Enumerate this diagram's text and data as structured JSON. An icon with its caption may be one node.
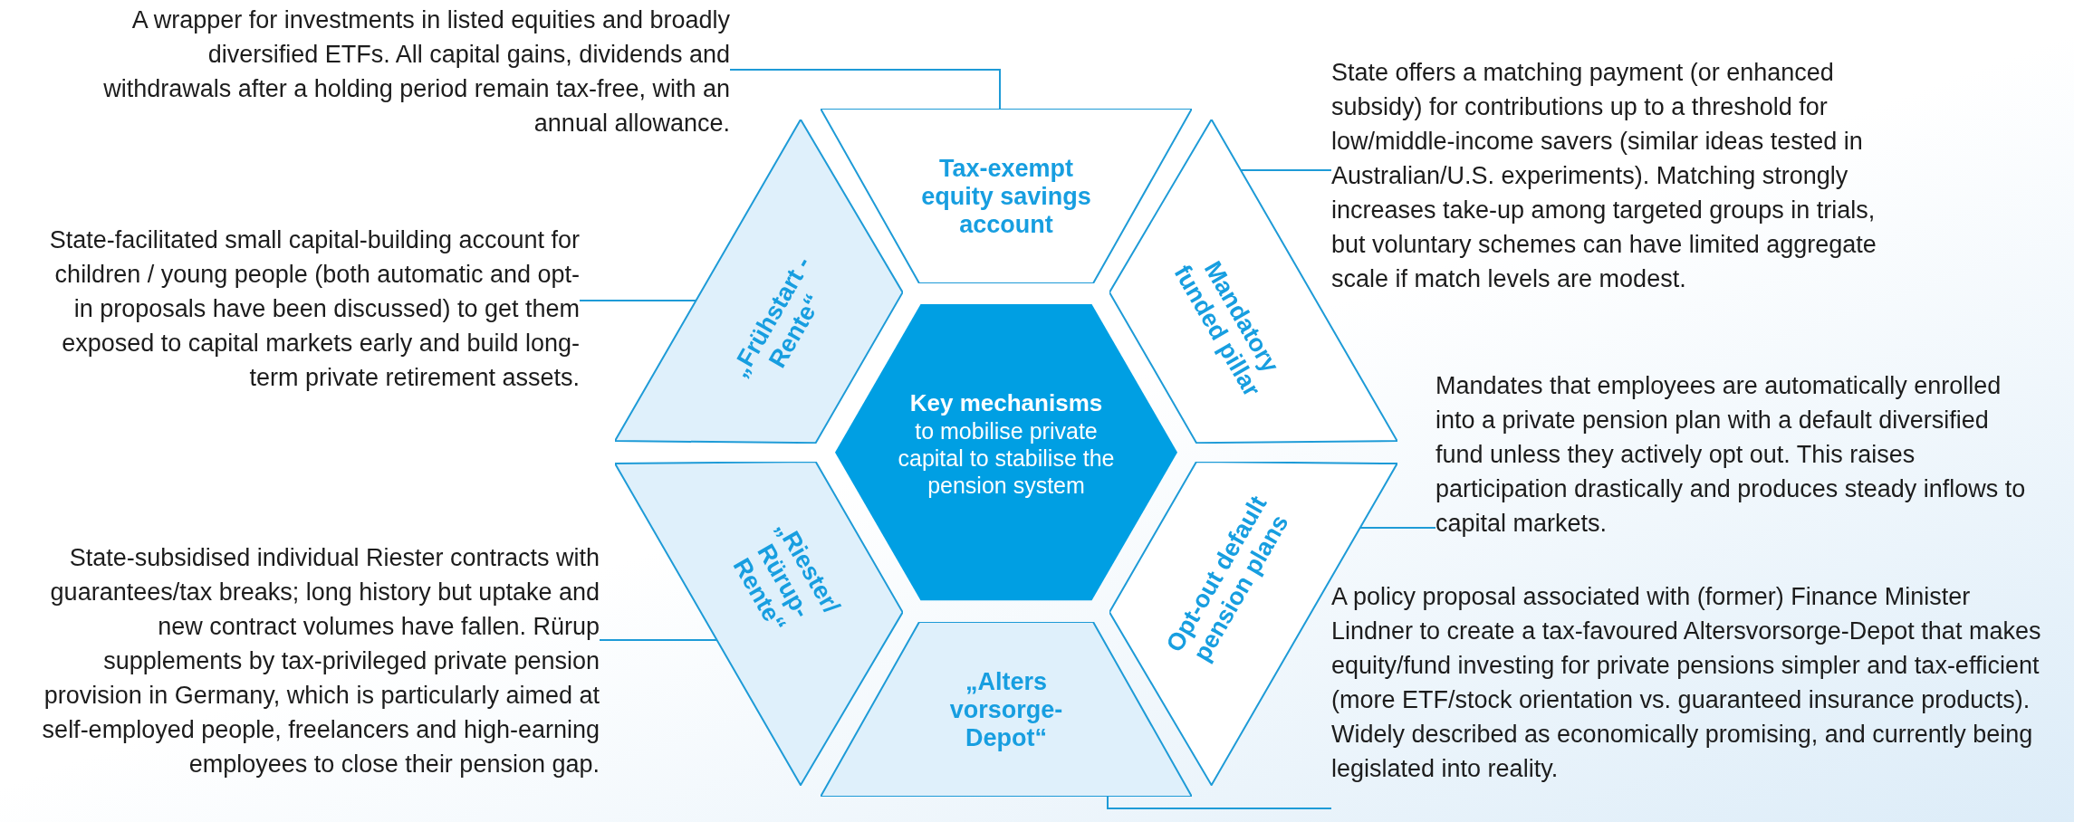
{
  "diagram": {
    "nodes": [
      {
        "text": [
          "A wrapper for investments in listed equities and broadly diversified ETFs. All capital gains, dividends and withdrawals after a holding period remain tax-free, with an annual allowance."
        ]
      },
      {
        "text": [
          "State-facilitated small capital-building account for children / young people (both automatic and opt-in proposals have been discussed) to get them exposed to capital markets early and build long-term private retirement assets."
        ]
      },
      {
        "text": [
          "State-subsidised individual Riester contracts with guarantees/tax breaks; long history but uptake and new contract volumes have fallen. Rürup supplements by tax-privileged private pension provision in Germany, which is particularly aimed at self-employed people, freelancers and high-earning employees to close their pension gap."
        ]
      },
      {
        "text": [
          "Tax-exempt equity savings account"
        ]
      },
      {
        "text": [
          "„Frühstart -Rente“"
        ]
      },
      {
        "text": [
          "Mandatory funded pillar"
        ]
      },
      {
        "text": [
          "Key mechanisms",
          "to mobilise private capital to stabilise the pension system"
        ]
      },
      {
        "text": [
          "„Riester/ Rürup-Rente“"
        ]
      },
      {
        "text": [
          "Opt-out default pension plans"
        ]
      },
      {
        "text": [
          "„Alters vorsorge-Depot“"
        ]
      },
      {
        "text": [
          "State offers a matching payment (or enhanced subsidy) for contributions up to a threshold for low/middle-income savers (similar ideas tested in Australian/U.S. experiments). Matching strongly increases take-up among targeted groups in trials, but voluntary schemes can have limited aggregate scale if match levels are modest."
        ]
      },
      {
        "text": [
          "Mandates that employees are automatically enrolled into a private pension plan with a default diversified fund unless they actively opt out. This raises participation drastically and produces steady inflows to capital markets."
        ]
      },
      {
        "text": [
          "A policy proposal associated with (former) Finance Minister Lindner to create a tax-favoured Altersvorsorge-Depot that makes equity/fund investing for private pensions simpler and tax-efficient (more ETF/stock orientation vs. guaranteed insurance products). Widely described as economically promising, and currently being legislated into reality."
        ]
      }
    ],
    "edges": [
      {
        "from": 0,
        "to": 3,
        "arrow": "none"
      },
      {
        "from": 1,
        "to": 4,
        "arrow": "none"
      },
      {
        "from": 2,
        "to": 7,
        "arrow": "none"
      },
      {
        "from": 10,
        "to": 5,
        "arrow": "none"
      },
      {
        "from": 11,
        "to": 8,
        "arrow": "none"
      },
      {
        "from": 12,
        "to": 9,
        "arrow": "none"
      }
    ]
  }
}
